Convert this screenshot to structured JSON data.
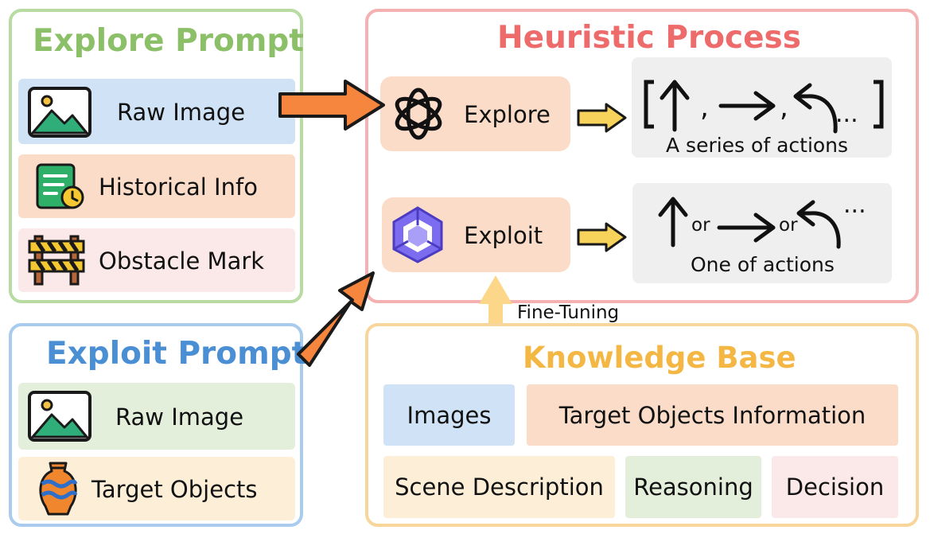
{
  "explore_prompt": {
    "title": "Explore Prompt",
    "items": [
      {
        "label": "Raw Image",
        "icon": "image-icon"
      },
      {
        "label": "Historical Info",
        "icon": "document-clock-icon"
      },
      {
        "label": "Obstacle Mark",
        "icon": "barrier-icon"
      }
    ]
  },
  "exploit_prompt": {
    "title": "Exploit Prompt",
    "items": [
      {
        "label": "Raw Image",
        "icon": "image-icon"
      },
      {
        "label": "Target Objects",
        "icon": "vase-icon"
      }
    ]
  },
  "heuristic_process": {
    "title": "Heuristic Process",
    "explore": {
      "label": "Explore",
      "icon": "openai-logo-icon",
      "actions_caption": "A series of actions",
      "sep1": ",",
      "sep2": ",",
      "ellipsis": "..."
    },
    "exploit": {
      "label": "Exploit",
      "icon": "qwen-logo-icon",
      "actions_caption": "One of actions",
      "or1": "or",
      "or2": "or",
      "ellipsis": "..."
    }
  },
  "fine_tuning_label": "Fine-Tuning",
  "knowledge_base": {
    "title": "Knowledge Base",
    "cells": [
      "Images",
      "Target Objects Information",
      "Scene Description",
      "Reasoning",
      "Decision"
    ]
  },
  "colors": {
    "green": "#8cc068",
    "blue": "#4a8fd4",
    "red": "#ee6b6b",
    "orange": "#f4b744",
    "item_blue": "#cfe2f6",
    "item_peach": "#fbdcc9",
    "item_pink": "#fbe8e8",
    "item_green": "#e3eedb",
    "item_cream": "#fdeed8"
  }
}
